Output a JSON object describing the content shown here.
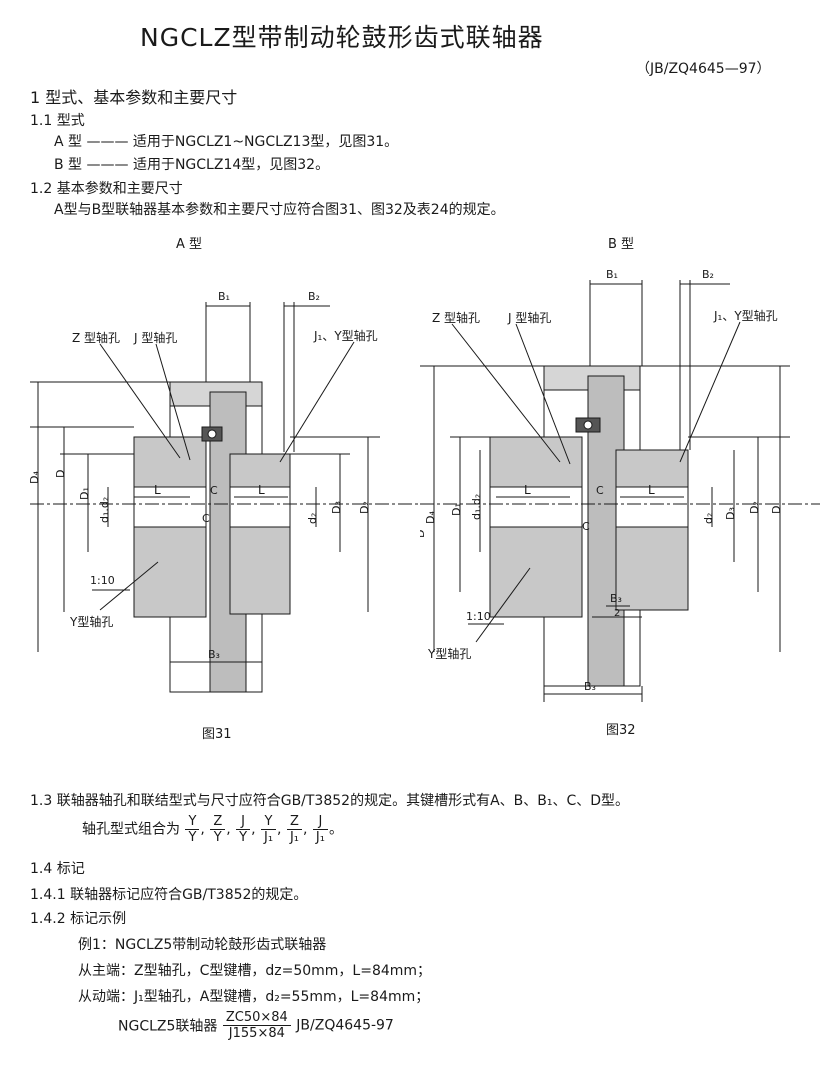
{
  "doc": {
    "title": "NGCLZ型带制动轮鼓形齿式联轴器",
    "standard": "（JB/ZQ4645—97）",
    "s1": "1 型式、基本参数和主要尺寸",
    "s1_1": "1.1 型式",
    "typeA": "A 型 ——— 适用于NGCLZ1~NGCLZ13型，见图31。",
    "typeB": "B 型 ——— 适用于NGCLZ14型，见图32。",
    "s1_2": "1.2 基本参数和主要尺寸",
    "s1_2_text": "A型与B型联轴器基本参数和主要尺寸应符合图31、图32及表24的规定。",
    "s1_3": "1.3 联轴器轴孔和联结型式与尺寸应符合GB/T3852的规定。其键槽形式有A、B、B₁、C、D型。",
    "combo_label": "轴孔型式组合为",
    "combos": [
      {
        "n": "Y",
        "d": "Y"
      },
      {
        "n": "Z",
        "d": "Y"
      },
      {
        "n": "J",
        "d": "Y"
      },
      {
        "n": "Y",
        "d": "J₁"
      },
      {
        "n": "Z",
        "d": "J₁"
      },
      {
        "n": "J",
        "d": "J₁"
      }
    ],
    "combo_end": "。",
    "s1_4": "1.4 标记",
    "s1_4_1": "1.4.1 联轴器标记应符合GB/T3852的规定。",
    "s1_4_2": "1.4.2 标记示例",
    "ex1": "例1：NGCLZ5带制动轮鼓形齿式联轴器",
    "main_end": "从主端：Z型轴孔，C型键槽，dz=50mm，L=84mm；",
    "driven_end": "从动端：J₁型轴孔，A型键槽，d₂=55mm，L=84mm；",
    "mark_name": "NGCLZ5联轴器",
    "mark_num": "ZC50×84",
    "mark_den": "J155×84",
    "mark_std": "JB/ZQ4645-97"
  },
  "figA": {
    "caption_top": "A 型",
    "caption": "图31",
    "labels": {
      "z": "Z 型轴孔",
      "j": "J 型轴孔",
      "jy": "J₁、Y型轴孔",
      "y": "Y型轴孔",
      "b1": "B₁",
      "b2": "B₂",
      "b3": "B₃",
      "taper": "1:10",
      "d4": "D₄",
      "d": "D",
      "d1": "D₁",
      "dd": "d₁.d₂",
      "d2": "d₂",
      "d3": "D₃",
      "D2": "D₂",
      "L": "L",
      "C": "C"
    }
  },
  "figB": {
    "caption_top": "B 型",
    "caption": "图32",
    "labels": {
      "z": "Z 型轴孔",
      "j": "J 型轴孔",
      "jy": "J₁、Y型轴孔",
      "y": "Y型轴孔",
      "b1": "B₁",
      "b2": "B₂",
      "b3": "B₃",
      "b3half": "B₃",
      "two": "2",
      "taper": "1:10",
      "d": "D",
      "d4": "D₄",
      "d1": "D₁",
      "dd": "d₁.d₂",
      "d2": "d₂",
      "d3": "D₃",
      "D2": "D₂",
      "Dr": "D",
      "L": "L",
      "C": "C"
    }
  }
}
